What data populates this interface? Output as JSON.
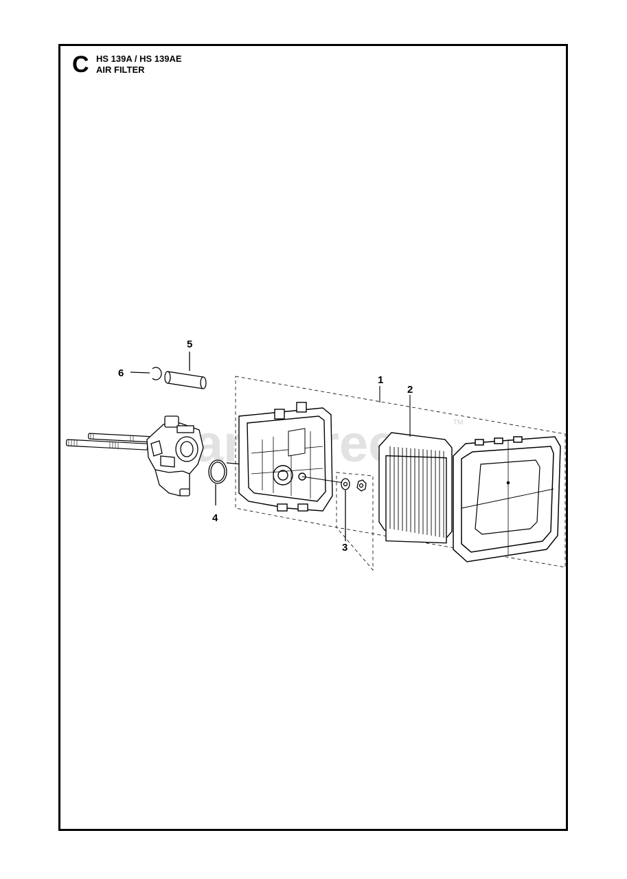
{
  "header": {
    "section_letter": "C",
    "model": "HS 139A / HS 139AE",
    "title": "AIR FILTER"
  },
  "watermark": {
    "text": "PartsTree",
    "tm": "TM"
  },
  "callouts": [
    {
      "id": "1",
      "label": "1"
    },
    {
      "id": "2",
      "label": "2"
    },
    {
      "id": "3",
      "label": "3"
    },
    {
      "id": "4",
      "label": "4"
    },
    {
      "id": "5",
      "label": "5"
    },
    {
      "id": "6",
      "label": "6"
    }
  ],
  "colors": {
    "line": "#000000",
    "watermark": "#d9d9d9",
    "background": "#ffffff"
  }
}
